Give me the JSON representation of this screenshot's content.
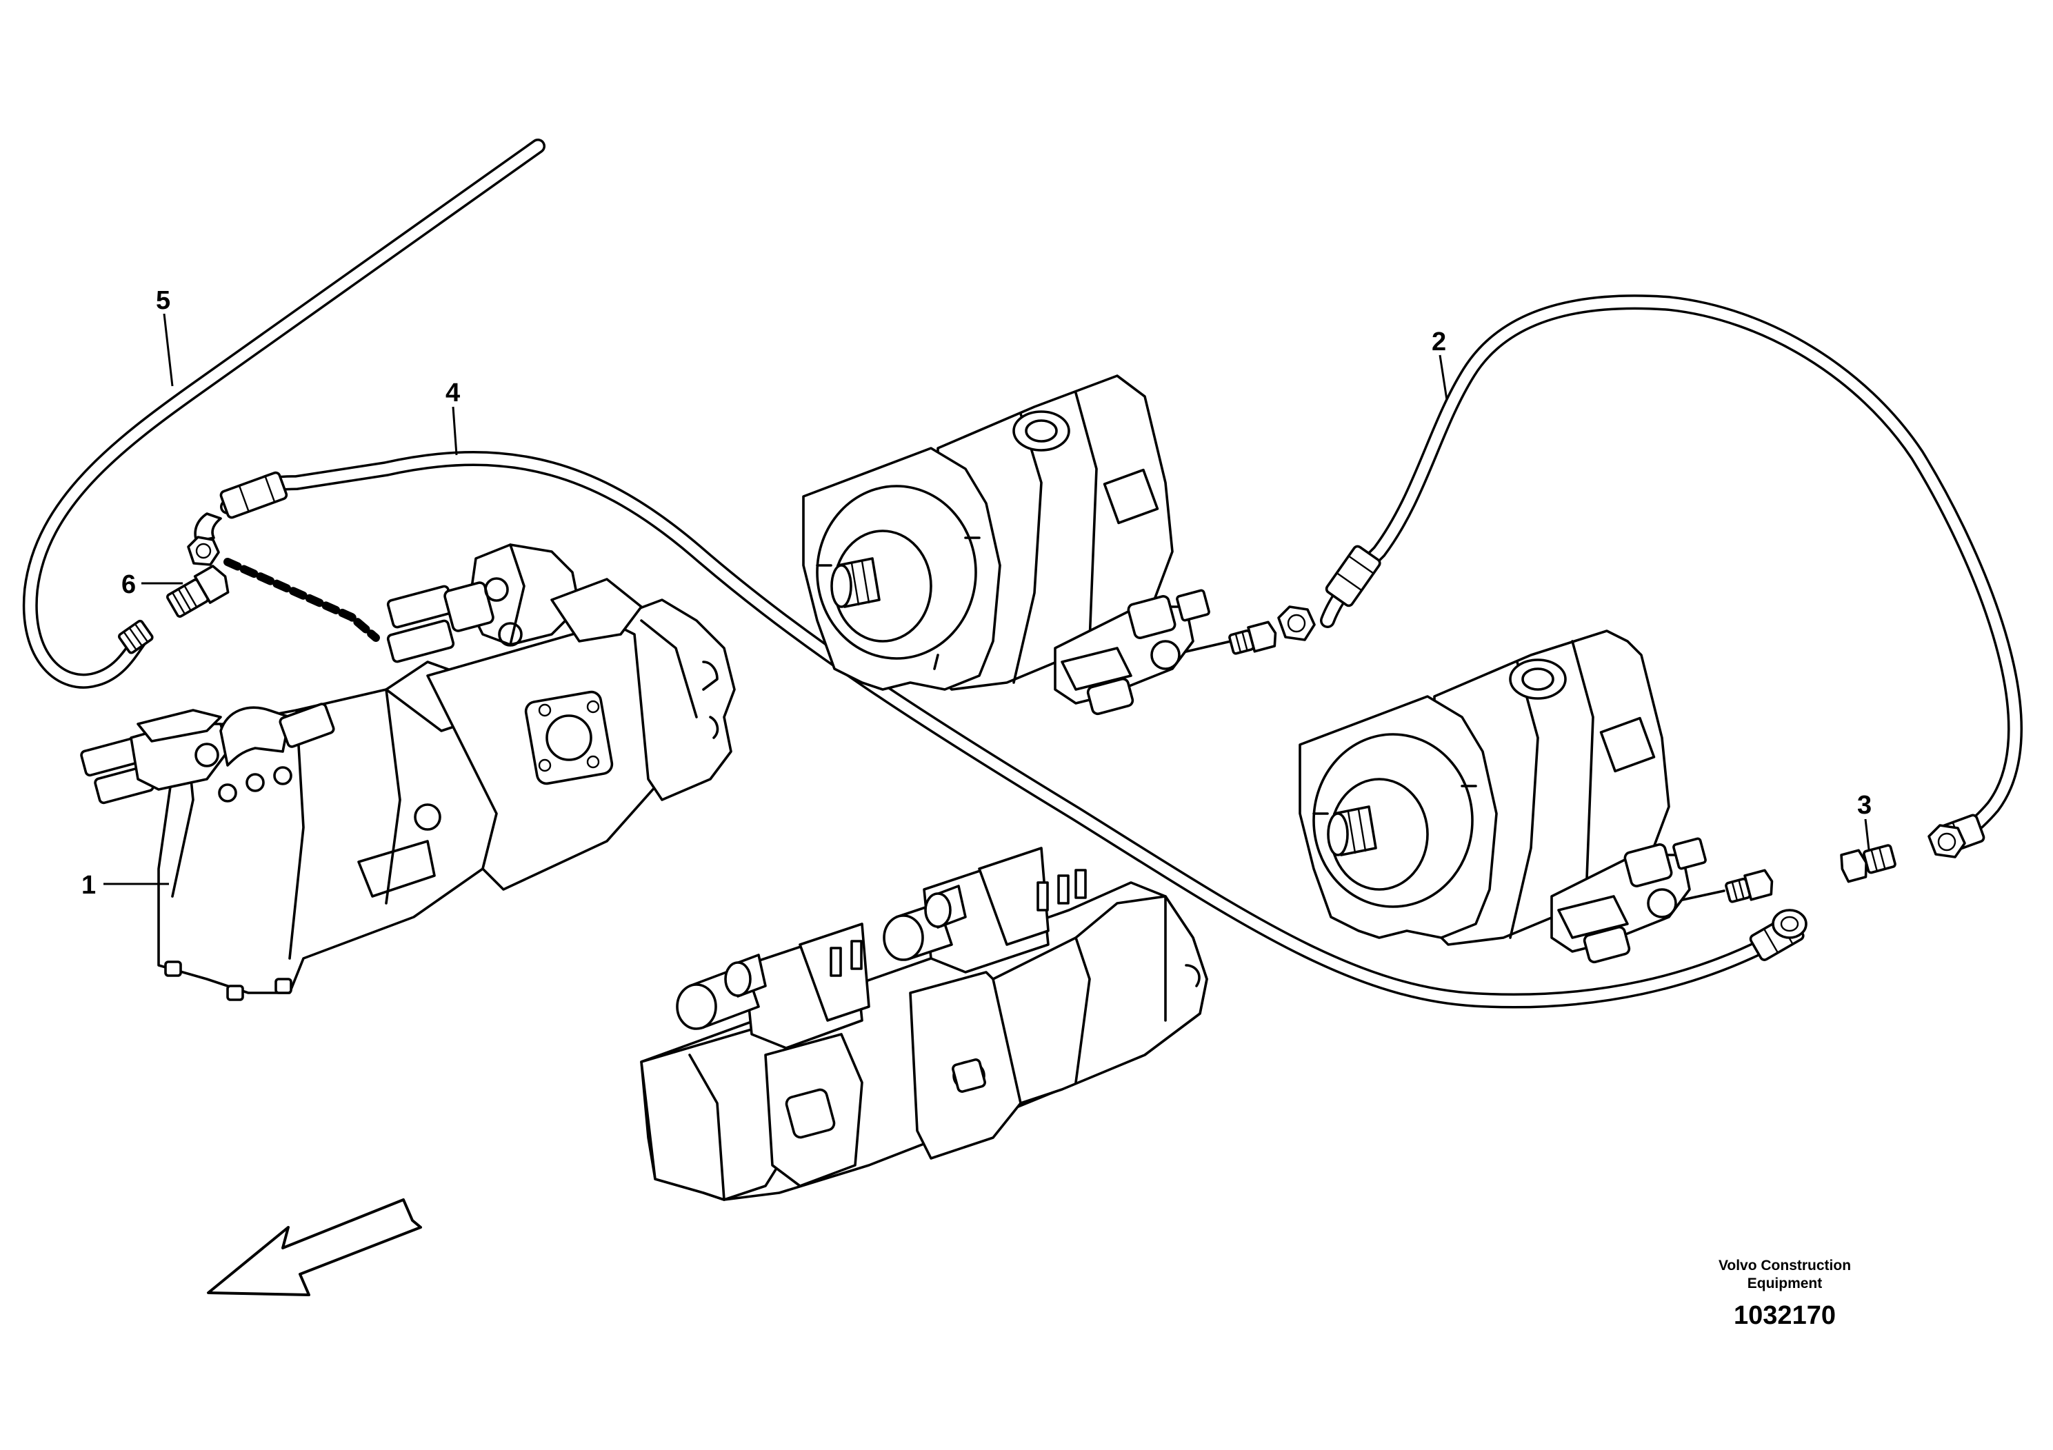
{
  "callouts": [
    {
      "id": "1",
      "label": "1"
    },
    {
      "id": "2",
      "label": "2"
    },
    {
      "id": "3",
      "label": "3"
    },
    {
      "id": "4",
      "label": "4"
    },
    {
      "id": "5",
      "label": "5"
    },
    {
      "id": "6",
      "label": "6"
    }
  ],
  "footer": {
    "brand_line1": "Volvo Construction",
    "brand_line2": "Equipment",
    "drawing_number": "1032170"
  },
  "colors": {
    "line": "#000000",
    "background": "#ffffff"
  },
  "icons": [
    "direction-arrow-icon"
  ]
}
